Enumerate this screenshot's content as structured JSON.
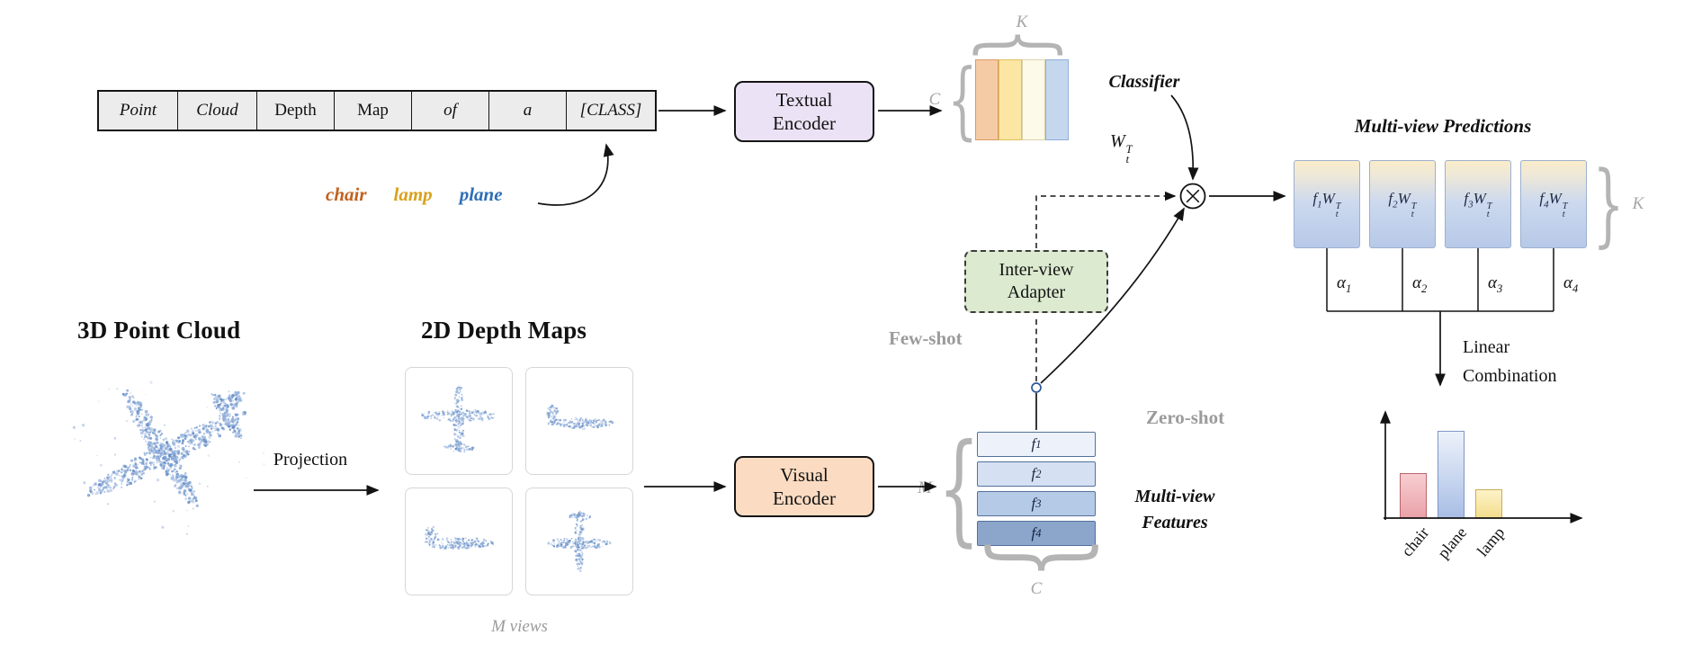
{
  "figure": {
    "headings": {
      "point_cloud": "3D Point Cloud",
      "depth_maps": "2D Depth Maps"
    },
    "prompt_table": {
      "cells": [
        {
          "text": "Point",
          "style": "it"
        },
        {
          "text": "Cloud",
          "style": "it"
        },
        {
          "text": "Depth",
          "style": "rm"
        },
        {
          "text": "Map",
          "style": "rm"
        },
        {
          "text": "of",
          "style": "it"
        },
        {
          "text": "a",
          "style": "it"
        },
        {
          "text": "[CLASS]",
          "style": "it"
        }
      ]
    },
    "class_words": [
      {
        "text": "chair",
        "color": "#C2611E"
      },
      {
        "text": "lamp",
        "color": "#D8A11B"
      },
      {
        "text": "plane",
        "color": "#2E6EB5"
      }
    ],
    "textual_encoder": {
      "line1": "Textual",
      "line2": "Encoder"
    },
    "visual_encoder": {
      "line1": "Visual",
      "line2": "Encoder"
    },
    "adapter": {
      "line1": "Inter-view",
      "line2": "Adapter"
    },
    "classifier_label": "Classifier",
    "weight": {
      "base": "W",
      "sub": "t",
      "sup": "T"
    },
    "feature_symbol": "f",
    "alpha_symbol": "α",
    "dims": {
      "K": "K",
      "C": "C",
      "M": "M"
    },
    "predictions_title": "Multi-view Predictions",
    "prediction_boxes": [
      {
        "sub": "1"
      },
      {
        "sub": "2"
      },
      {
        "sub": "3"
      },
      {
        "sub": "4"
      }
    ],
    "alphas": [
      {
        "sub": "1"
      },
      {
        "sub": "2"
      },
      {
        "sub": "3"
      },
      {
        "sub": "4"
      }
    ],
    "feature_rows": [
      {
        "sub": "1",
        "fill": "#EDF2FA"
      },
      {
        "sub": "2",
        "fill": "#D5E1F3"
      },
      {
        "sub": "3",
        "fill": "#B5CAE7"
      },
      {
        "sub": "4",
        "fill": "#8BA5CB"
      }
    ],
    "paths": {
      "few_shot": "Few-shot",
      "zero_shot": "Zero-shot"
    },
    "linear_combination": {
      "line1": "Linear",
      "line2": "Combination"
    },
    "multi_view_features": {
      "line1": "Multi-view",
      "line2": "Features"
    },
    "projection_label": "Projection",
    "m_views_label": "M views",
    "classifier_bars": [
      {
        "fill": "#F5CBA6",
        "border": "#DA9B62"
      },
      {
        "fill": "#FBE6A3",
        "border": "#DFC05E"
      },
      {
        "fill": "#FDFAEA",
        "border": "#D9D2AC"
      },
      {
        "fill": "#C5D7ED",
        "border": "#8FAEDB"
      }
    ],
    "result_chart": {
      "type": "bar",
      "bars": [
        {
          "label": "chair",
          "value": 0.45,
          "fill": "#EDA6AC",
          "border": "#B9666D"
        },
        {
          "label": "plane",
          "value": 0.95,
          "fill": "#A9BEE5",
          "border": "#8096C6"
        },
        {
          "label": "lamp",
          "value": 0.3,
          "fill": "#F4DE8F",
          "border": "#CBAE52"
        }
      ]
    }
  }
}
